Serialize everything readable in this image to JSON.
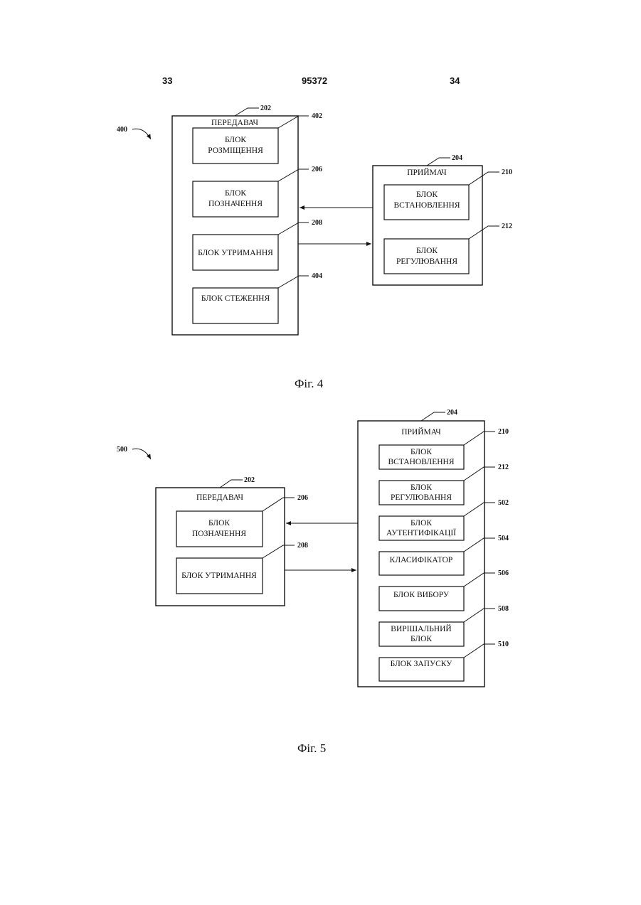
{
  "header": {
    "left": "33",
    "center": "95372",
    "right": "34"
  },
  "fig4": {
    "caption": "Фіг. 4",
    "system_ref": "400",
    "transmitter": {
      "ref": "202",
      "title": "ПЕРЕДАВАЧ"
    },
    "receiver": {
      "ref": "204",
      "title": "ПРИЙМАЧ"
    },
    "tx_blocks": [
      {
        "ref": "402",
        "line1": "БЛОК",
        "line2": "РОЗМІЩЕННЯ"
      },
      {
        "ref": "206",
        "line1": "БЛОК",
        "line2": "ПОЗНАЧЕННЯ"
      },
      {
        "ref": "208",
        "line1": "БЛОК УТРИМАННЯ",
        "line2": ""
      },
      {
        "ref": "404",
        "line1": "БЛОК СТЕЖЕННЯ",
        "line2": ""
      }
    ],
    "rx_blocks": [
      {
        "ref": "210",
        "line1": "БЛОК",
        "line2": "ВСТАНОВЛЕННЯ"
      },
      {
        "ref": "212",
        "line1": "БЛОК",
        "line2": "РЕГУЛЮВАННЯ"
      }
    ]
  },
  "fig5": {
    "caption": "Фіг. 5",
    "system_ref": "500",
    "transmitter": {
      "ref": "202",
      "title": "ПЕРЕДАВАЧ"
    },
    "receiver": {
      "ref": "204",
      "title": "ПРИЙМАЧ"
    },
    "tx_blocks": [
      {
        "ref": "206",
        "line1": "БЛОК",
        "line2": "ПОЗНАЧЕННЯ"
      },
      {
        "ref": "208",
        "line1": "БЛОК УТРИМАННЯ",
        "line2": ""
      }
    ],
    "rx_blocks": [
      {
        "ref": "210",
        "line1": "БЛОК",
        "line2": "ВСТАНОВЛЕННЯ"
      },
      {
        "ref": "212",
        "line1": "БЛОК",
        "line2": "РЕГУЛЮВАННЯ"
      },
      {
        "ref": "502",
        "line1": "БЛОК",
        "line2": "АУТЕНТИФІКАЦІЇ"
      },
      {
        "ref": "504",
        "line1": "КЛАСИФІКАТОР",
        "line2": ""
      },
      {
        "ref": "506",
        "line1": "БЛОК ВИБОРУ",
        "line2": ""
      },
      {
        "ref": "508",
        "line1": "ВИРІШАЛЬНИЙ",
        "line2": "БЛОК"
      },
      {
        "ref": "510",
        "line1": "БЛОК ЗАПУСКУ",
        "line2": ""
      }
    ]
  }
}
